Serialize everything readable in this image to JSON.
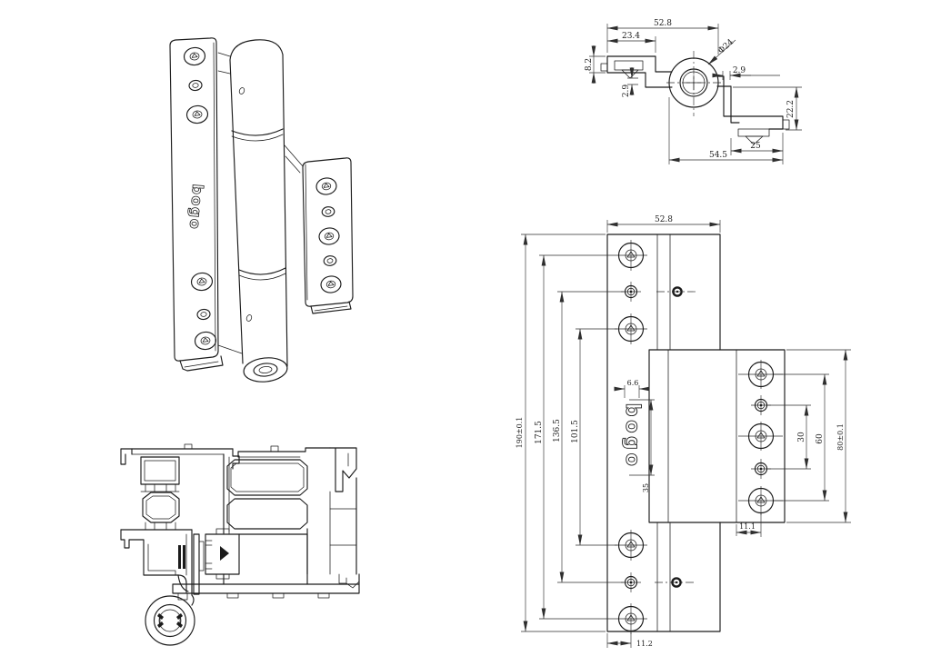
{
  "sheet": {
    "background": "#ffffff",
    "ink": "#1b1b1b"
  },
  "brand": {
    "logo": "bogo"
  },
  "top_view": {
    "dims": {
      "overall_width": "52.8",
      "frame_plate_width": "23.4",
      "frame_plate_thickness": "8.2",
      "knuckle_diameter": "Φ24",
      "wall_thickness_right": "2.9",
      "wall_thickness_left": "2.9",
      "leaf_drop": "22.2",
      "leaf_span": "54.5",
      "leaf_plate_width": "25"
    }
  },
  "front_view": {
    "dims": {
      "overall_width": "52.8",
      "overall_height": "190±0.1",
      "outer_screw_pitch": "171.5",
      "mid_screw_pitch": "136.5",
      "inner_screw_pitch": "101.5",
      "logo_width": "6.6",
      "logo_height": "35",
      "leaf_small_screw_pitch": "30",
      "leaf_large_screw_pitch": "60",
      "leaf_height": "80±0.1",
      "leaf_screw_offset": "11.1",
      "frame_screw_offset": "11.2"
    }
  }
}
